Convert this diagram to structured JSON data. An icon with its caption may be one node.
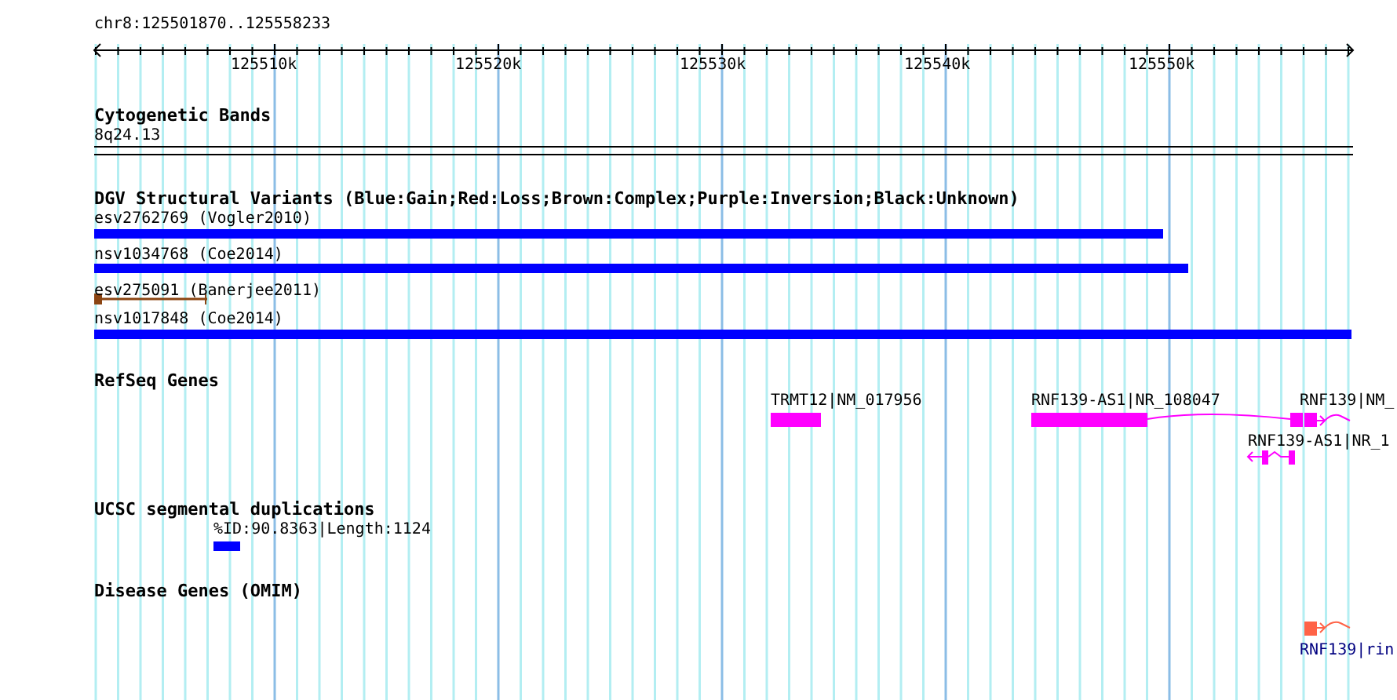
{
  "diagram": {
    "nodes": [
      {
        "text": [],
        "shape": "bar",
        "beside": [
          "esv2762769 (Vogler2010)"
        ]
      },
      {
        "text": [],
        "shape": "bar",
        "beside": [
          "nsv1034768 (Coe2014)"
        ]
      },
      {
        "text": [],
        "shape": "bar",
        "beside": [
          "esv275091 (Banerjee2011)"
        ]
      },
      {
        "text": [],
        "shape": "bar",
        "beside": [
          "nsv1017848 (Coe2014)"
        ]
      },
      {
        "text": [],
        "shape": "bar",
        "beside": [
          "TRMT12|NM_017956"
        ]
      },
      {
        "text": [],
        "shape": "bar",
        "beside": [
          "RNF139-AS1|NR_108047"
        ]
      },
      {
        "text": [],
        "shape": "bar",
        "beside": [
          "RNF139|NM_"
        ]
      },
      {
        "text": [],
        "shape": "bar",
        "beside": [
          "RNF139-AS1|NR_1"
        ]
      },
      {
        "text": [],
        "shape": "bar",
        "beside": [
          "%ID:90.8363|Length:1124"
        ]
      },
      {
        "text": [],
        "shape": "bar",
        "beside": [
          "RNF139|rin"
        ]
      }
    ],
    "labels": [
      "chr8:125501870..125558233",
      "125510k",
      "125520k",
      "125530k",
      "125540k",
      "125550k",
      "Cytogenetic Bands",
      "8q24.13",
      "DGV Structural Variants (Blue:Gain;Red:Loss;Brown:Complex;Purple:Inversion;Black:Unknown)",
      "RefSeq Genes",
      "UCSC segmental duplications",
      "Disease Genes (OMIM)"
    ]
  }
}
